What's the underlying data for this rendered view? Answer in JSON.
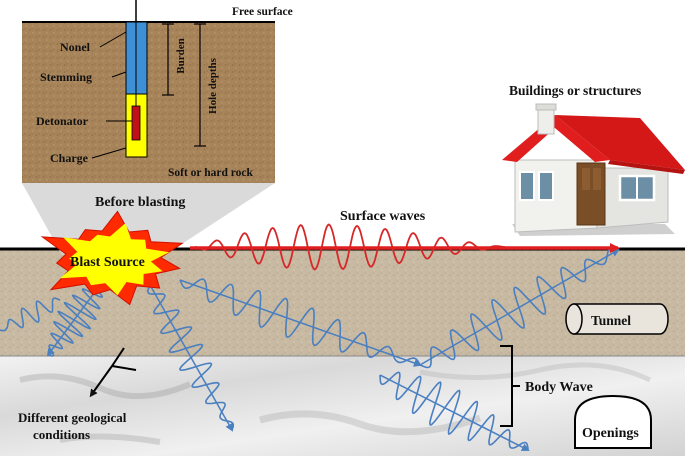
{
  "labels": {
    "free_surface": "Free surface",
    "nonel": "Nonel",
    "stemming": "Stemming",
    "detonator": "Detonator",
    "charge": "Charge",
    "burden": "Burden",
    "hole_depths": "Hole depths",
    "soft_or_hard_rock": "Soft or hard rock",
    "before_blasting": "Before blasting",
    "blast_source": "Blast Source",
    "surface_waves": "Surface waves",
    "buildings": "Buildings or structures",
    "tunnel": "Tunnel",
    "body_wave": "Body Wave",
    "geo_line1": "Different geological",
    "geo_line2": "conditions",
    "openings": "Openings"
  },
  "colors": {
    "soil": "#c8b9a2",
    "rock": "#e6e6e6",
    "inset_soil": "#a8845a",
    "stemming": "#3f8fd6",
    "charge": "#ffff00",
    "detonator": "#c0111a",
    "surface_wave": "#d62828",
    "body_wave": "#4a7fc0",
    "blast_outer": "#ff2a00",
    "blast_inner": "#ffff00",
    "roof": "#e01e1e",
    "wall": "#f1f1ee",
    "door": "#7a4e26",
    "window": "#6d8fa6"
  },
  "icons": [
    "house-icon",
    "blast-star-icon",
    "tunnel-icon",
    "opening-icon"
  ]
}
